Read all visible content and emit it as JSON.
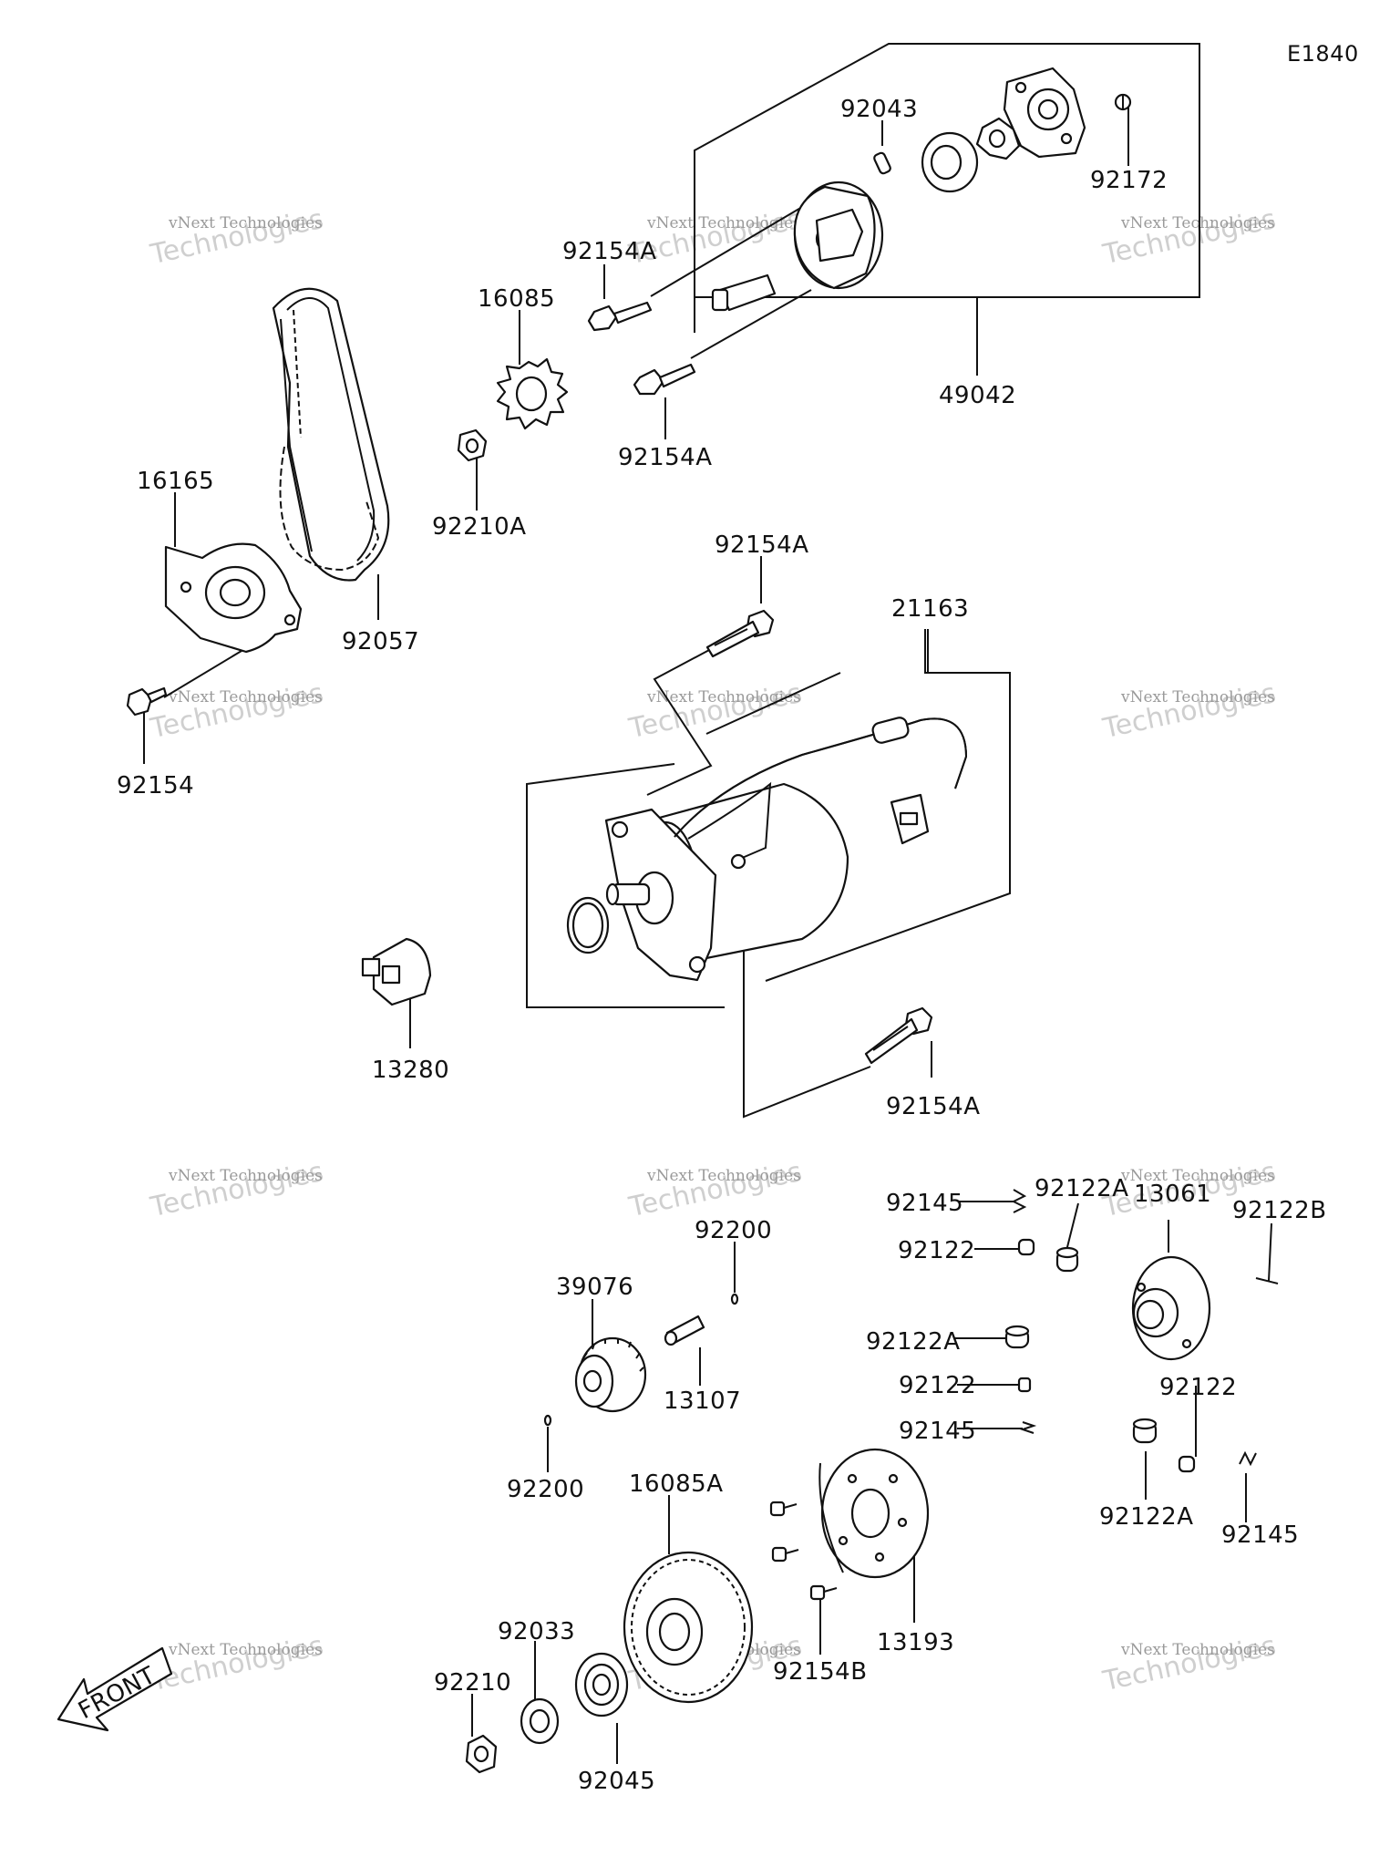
{
  "diagram_code": "E1840",
  "watermark": {
    "line1": "vNext Technologies",
    "line2": "Technologies"
  },
  "front_label": "FRONT",
  "labels": {
    "p92043": "92043",
    "p92172": "92172",
    "p92154A_1": "92154A",
    "p16085": "16085",
    "p92154A_2": "92154A",
    "p49042": "49042",
    "p16165": "16165",
    "p92210A": "92210A",
    "p92057": "92057",
    "p92154": "92154",
    "p92154A_3": "92154A",
    "p21163": "21163",
    "p13280": "13280",
    "p92154A_4": "92154A",
    "p92145_1": "92145",
    "p92122A_1": "92122A",
    "p13061": "13061",
    "p92122B": "92122B",
    "p92200_1": "92200",
    "p92122_1": "92122",
    "p39076": "39076",
    "p92122A_2": "92122A",
    "p13107": "13107",
    "p92122_2": "92122",
    "p92122_3": "92122",
    "p92145_2": "92145",
    "p92200_2": "92200",
    "p16085A": "16085A",
    "p92122A_3": "92122A",
    "p92145_3": "92145",
    "p13193": "13193",
    "p92033": "92033",
    "p92210": "92210",
    "p92154B": "92154B",
    "p92045": "92045"
  }
}
